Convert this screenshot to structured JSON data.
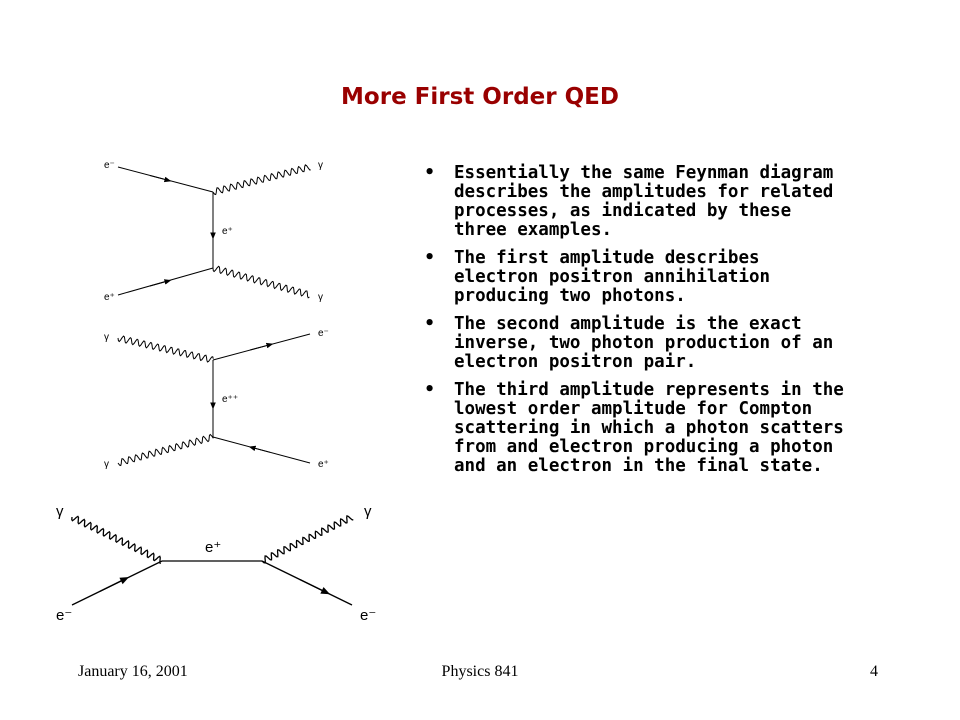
{
  "title": "More First Order QED",
  "bullets": [
    "Essentially the same Feynman diagram describes the amplitudes for related processes, as indicated by these three examples.",
    "The first amplitude describes electron positron annihilation producing two photons.",
    "The second amplitude is the exact inverse, two photon production of an electron positron pair.",
    "The third amplitude represents in the lowest order amplitude for Compton scattering in which a photon scatters from and electron producing a photon and an electron in the final state."
  ],
  "bullet_glyph": "•",
  "diagram1": {
    "top_left": "e⁻",
    "top_right": "γ",
    "propagator": "e⁺",
    "bottom_left": "e⁺",
    "bottom_right": "γ"
  },
  "diagram2": {
    "top_left": "γ",
    "top_right": "e⁻",
    "propagator": "e⁺⁺",
    "bottom_left": "γ",
    "bottom_right": "e⁺"
  },
  "diagram3": {
    "top_left": "γ",
    "top_right": "γ",
    "propagator": "e⁺",
    "bottom_left": "e⁻",
    "bottom_right": "e⁻"
  },
  "footer": {
    "date": "January 16, 2001",
    "course": "Physics 841",
    "page": "4"
  }
}
